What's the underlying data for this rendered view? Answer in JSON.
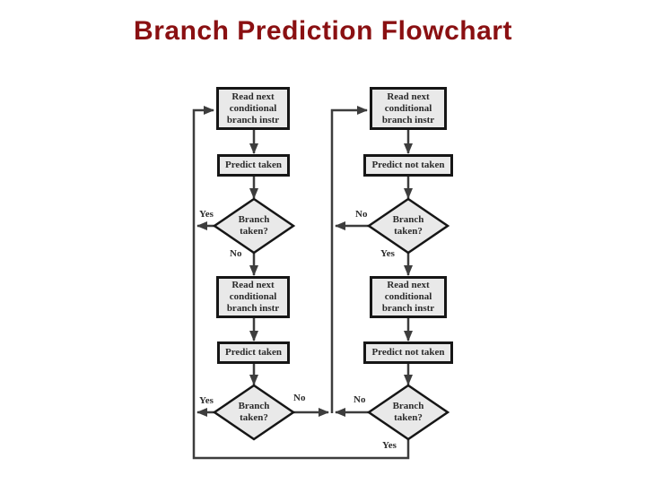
{
  "title": "Branch Prediction Flowchart",
  "colors": {
    "title_color": "#8a1012",
    "line_color": "#3d3d3d",
    "node_fill": "#e9e9e9",
    "node_border": "#161616",
    "node_text": "#2b2b2b"
  },
  "flowchart": {
    "left": {
      "read1": "Read next conditional branch instr",
      "predict1": "Predict taken",
      "decision1": "Branch taken?",
      "decision1_yes": "Yes",
      "decision1_no": "No",
      "read2": "Read next conditional branch instr",
      "predict2": "Predict taken",
      "decision2": "Branch taken?",
      "decision2_yes": "Yes",
      "decision2_no": "No"
    },
    "right": {
      "read1": "Read next conditional branch instr",
      "predict1": "Predict not taken",
      "decision1": "Branch taken?",
      "decision1_no": "No",
      "decision1_yes": "Yes",
      "read2": "Read next conditional branch instr",
      "predict2": "Predict not taken",
      "decision2": "Branch taken?",
      "decision2_no": "No",
      "decision2_yes": "Yes"
    }
  }
}
